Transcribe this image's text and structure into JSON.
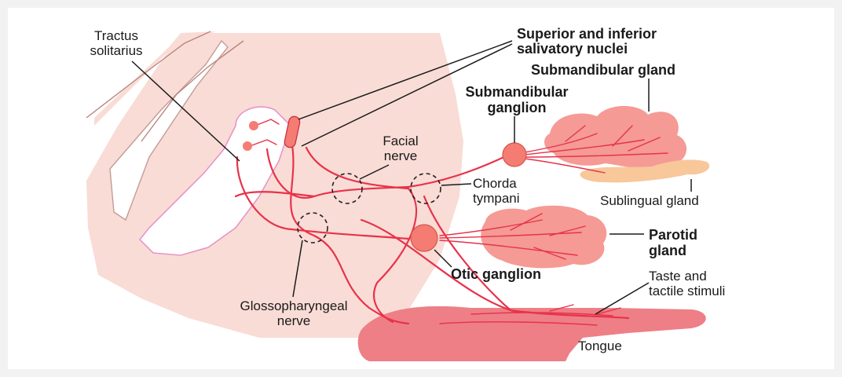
{
  "labels": {
    "tractus_solitarius": "Tractus\nsolitarius",
    "salivatory_nuclei": "Superior and inferior\nsalivatory nuclei",
    "submandibular_gland": "Submandibular gland",
    "submandibular_ganglion": "Submandibular\nganglion",
    "facial_nerve": "Facial\nnerve",
    "chorda_tympani": "Chorda\ntympani",
    "sublingual_gland": "Sublingual gland",
    "parotid_gland": "Parotid\ngland",
    "otic_ganglion": "Otic ganglion",
    "taste_stimuli": "Taste and\ntactile stimuli",
    "glossopharyngeal_nerve": "Glossopharyngeal\nnerve",
    "tongue": "Tongue"
  },
  "colors": {
    "nerve": "#e8324a",
    "brainstem": "#f9dcd6",
    "gland": "#f59a95",
    "ganglion": "#f47c72",
    "sublingual": "#f8c79a",
    "tongue": "#ee7f86",
    "nucleus_outline": "#e895c8"
  }
}
